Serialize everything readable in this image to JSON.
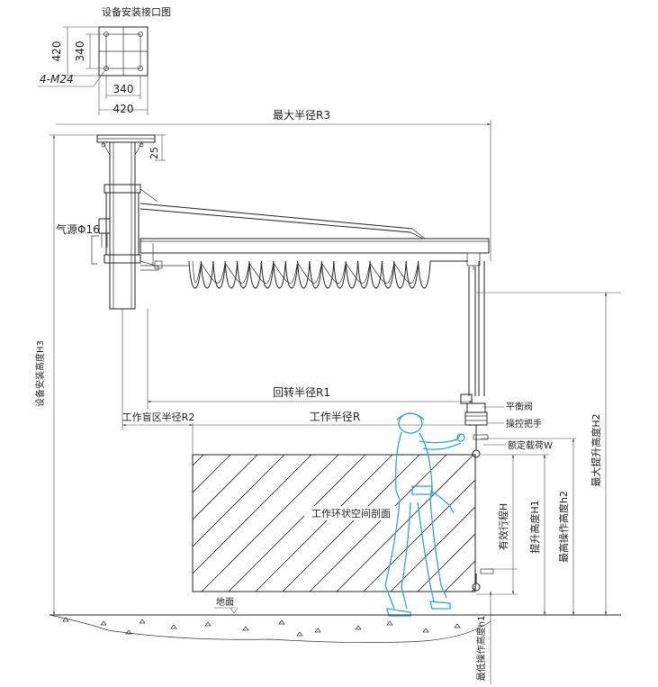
{
  "labels": {
    "mount_title": "设备安装接口图",
    "dim_420_v": "420",
    "dim_340_v": "340",
    "bolts": "4-M24",
    "dim_340_h": "340",
    "dim_420_h": "420",
    "max_radius": "最大半径R3",
    "dim_25": "25",
    "air_source": "气源Φ16",
    "install_height": "设备安装高度H3",
    "rotation_radius": "回转半径R1",
    "blind_radius": "工作盲区半径R2",
    "work_radius": "工作半径R",
    "balance_valve": "平衡阀",
    "control_handle": "操控把手",
    "rated_load": "额定载荷W",
    "workspace": "工作环状空间剖面",
    "stroke_h": "有效行程H",
    "lift_h1": "提升高度H1",
    "max_op_h2": "最高操作高度h2",
    "max_lift_h2": "最大提升高度H2",
    "ground": "地面",
    "min_op_h1": "最低操作高度h1"
  }
}
